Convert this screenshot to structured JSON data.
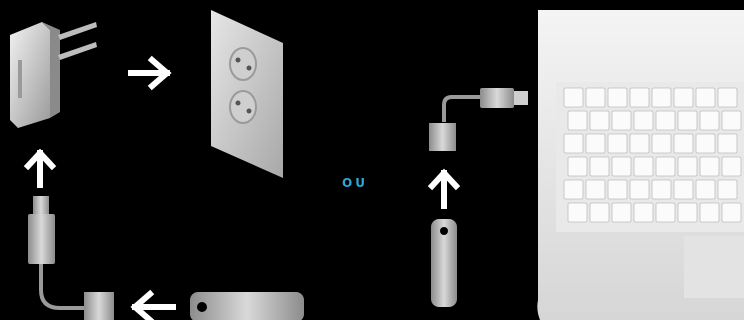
{
  "separator": {
    "label": "OU",
    "color": "#2aa7d8"
  },
  "arrows": [
    {
      "name": "arrow-right-icon",
      "direction": "right"
    },
    {
      "name": "arrow-up-icon",
      "direction": "up"
    },
    {
      "name": "arrow-left-icon",
      "direction": "left"
    },
    {
      "name": "arrow-up-icon",
      "direction": "up"
    }
  ],
  "colors": {
    "background": "#000000",
    "device": "#c9c9c9",
    "arrow": "#ffffff",
    "accent": "#2aa7d8"
  }
}
